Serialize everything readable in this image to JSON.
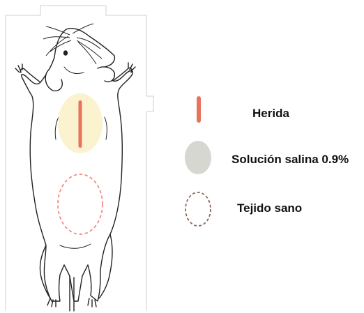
{
  "legend": {
    "items": [
      {
        "key": "wound",
        "label": "Herida",
        "color": "#e8735a",
        "marker": "wound-stroke-icon"
      },
      {
        "key": "saline",
        "label": "Solución salina 0.9%",
        "color": "#d7d7d2",
        "marker": "saline-disc-icon"
      },
      {
        "key": "healthy",
        "label": "Tejido sano",
        "color": "#8a6a5a",
        "marker": "dashed-circle-icon"
      }
    ]
  },
  "colors": {
    "wound": "#e8735a",
    "saline_area": "#fbf2cf",
    "saline_legend": "#d7d7d2",
    "healthy_on_body": "#f08c84",
    "healthy_legend": "#8a6a5a",
    "outline": "#222222",
    "frame": "#cfcfcf"
  }
}
